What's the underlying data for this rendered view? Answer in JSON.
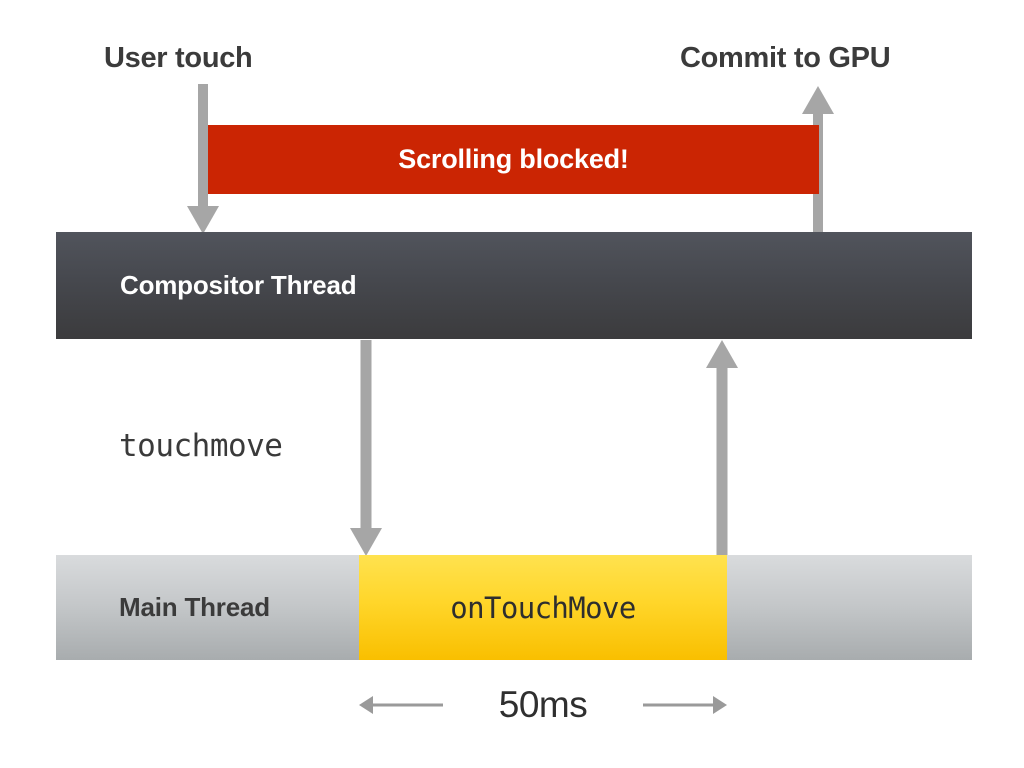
{
  "diagram": {
    "title_callouts": {
      "user_touch": "User touch",
      "commit_to_gpu": "Commit to GPU"
    },
    "blocked_bar": {
      "label": "Scrolling blocked!",
      "color": "#cb2503",
      "text_color": "#ffffff"
    },
    "lanes": [
      {
        "id": "compositor",
        "label": "Compositor Thread",
        "color": "#46484e",
        "text_color": "#ffffff"
      },
      {
        "id": "main",
        "label": "Main Thread",
        "color": "#c4c7c9",
        "text_color": "#3b3b3b"
      }
    ],
    "compositor_lane": {
      "label": "Compositor Thread"
    },
    "main_lane": {
      "label": "Main Thread"
    },
    "event_label": "touchmove",
    "task_block": {
      "label": "onTouchMove",
      "color": "#ffd62a",
      "text_color": "#2e2e2e"
    },
    "duration": {
      "value": "50ms"
    },
    "arrow_color": "#a6a6a6"
  }
}
